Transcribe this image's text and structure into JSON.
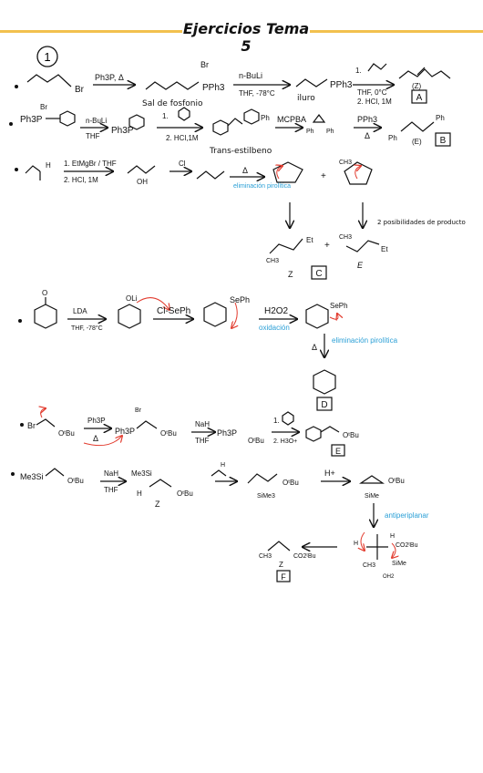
{
  "header": {
    "title": "Ejercicios Tema 5"
  },
  "exercise": {
    "number": "1"
  },
  "colors": {
    "accent": "#f2c14e",
    "ink": "#111111",
    "note": "#2a9fd6",
    "arrow": "#e23b2e"
  },
  "row1": {
    "br": "Br",
    "reagent": "Ph3P, Δ",
    "br_minus": "Br",
    "pph3": "PPh3",
    "salt_label": "Sal de fosfonio",
    "cond1_top": "n-BuLi",
    "cond1_bottom": "THF, -78°C",
    "ylide_pph3": "PPh3",
    "ylide_label": "iluro",
    "cond2_step1": "1.",
    "cond2_thf": "THF, 0°C",
    "cond2_step2": "2. HCl, 1M",
    "config": "(Z)",
    "box": "A"
  },
  "row2": {
    "ph3p": "Ph3P",
    "br_minus": "Br",
    "cond1_top": "n-BuLi",
    "cond1_bottom": "THF",
    "ph3p_ylide": "Ph3P",
    "cond2_step1": "1.",
    "cond2_step2": "2. HCl,1M",
    "ph": "Ph",
    "trans_label": "Trans-estilbeno",
    "mcpba": "MCPBA",
    "epoxide_ph1": "Ph",
    "epoxide_ph2": "Ph",
    "pph3": "PPh3",
    "delta": "Δ",
    "ph_left": "Ph",
    "ph_right": "Ph",
    "config": "(E)",
    "box": "B"
  },
  "row3": {
    "h": "H",
    "cond_top": "1. EtMgBr / THF",
    "cond_bottom": "2. HCl, 1M",
    "oh": "OH",
    "cl": "Cl",
    "delta": "Δ",
    "note": "eliminación pirolítica",
    "plus1": "+",
    "ch3_top": "CH3",
    "note2": "2 posibilidades de producto",
    "ch3_z": "CH3",
    "et_z": "Et",
    "plus2": "+",
    "ch3_e": "CH3",
    "et_e": "Et",
    "z": "Z",
    "e": "E",
    "box": "C"
  },
  "row4": {
    "o": "O",
    "lda": "LDA",
    "lda_cond": "THF, -78°C",
    "oli": "OLi",
    "clseph": "Cl-SePh",
    "seph": "SePh",
    "h2o2": "H2O2",
    "oxidacion": "oxidación",
    "seph2": "SePh",
    "delta": "Δ",
    "note": "eliminación pirolítica",
    "box": "D"
  },
  "row5": {
    "br": "Br",
    "otbu": "OᵗBu",
    "reagent": "Ph3P",
    "delta": "Δ",
    "ph3p": "Ph3P",
    "br_minus": "Br",
    "otbu2": "OᵗBu",
    "nah": "NaH",
    "thf": "THF",
    "ph3p2": "Ph3P",
    "otbu3": "OᵗBu",
    "step1": "1.",
    "step2": "2. H3O+",
    "otbu4": "OᵗBu",
    "box": "E"
  },
  "row6": {
    "me3si": "Me3Si",
    "otbu": "OᵗBu",
    "nah": "NaH",
    "thf": "THF",
    "me3si2": "Me3Si",
    "h": "H",
    "otbu2": "OᵗBu",
    "z": "Z",
    "h2": "H",
    "sime3": "SiMe3",
    "otbu3": "OᵗBu",
    "hplus": "H+",
    "otbu4": "OᵗBu",
    "sime": "SiMe",
    "antiperiplanar": "antiperiplanar",
    "h3": "H",
    "h4": "H",
    "ch3": "CH3",
    "co2tbu": "CO2ᵗBu",
    "sime2": "SiMe",
    "oh2": "OH2",
    "ch3_prod": "CH3",
    "co2tbu_prod": "CO2ᵗBu",
    "z2": "Z",
    "box": "F"
  }
}
